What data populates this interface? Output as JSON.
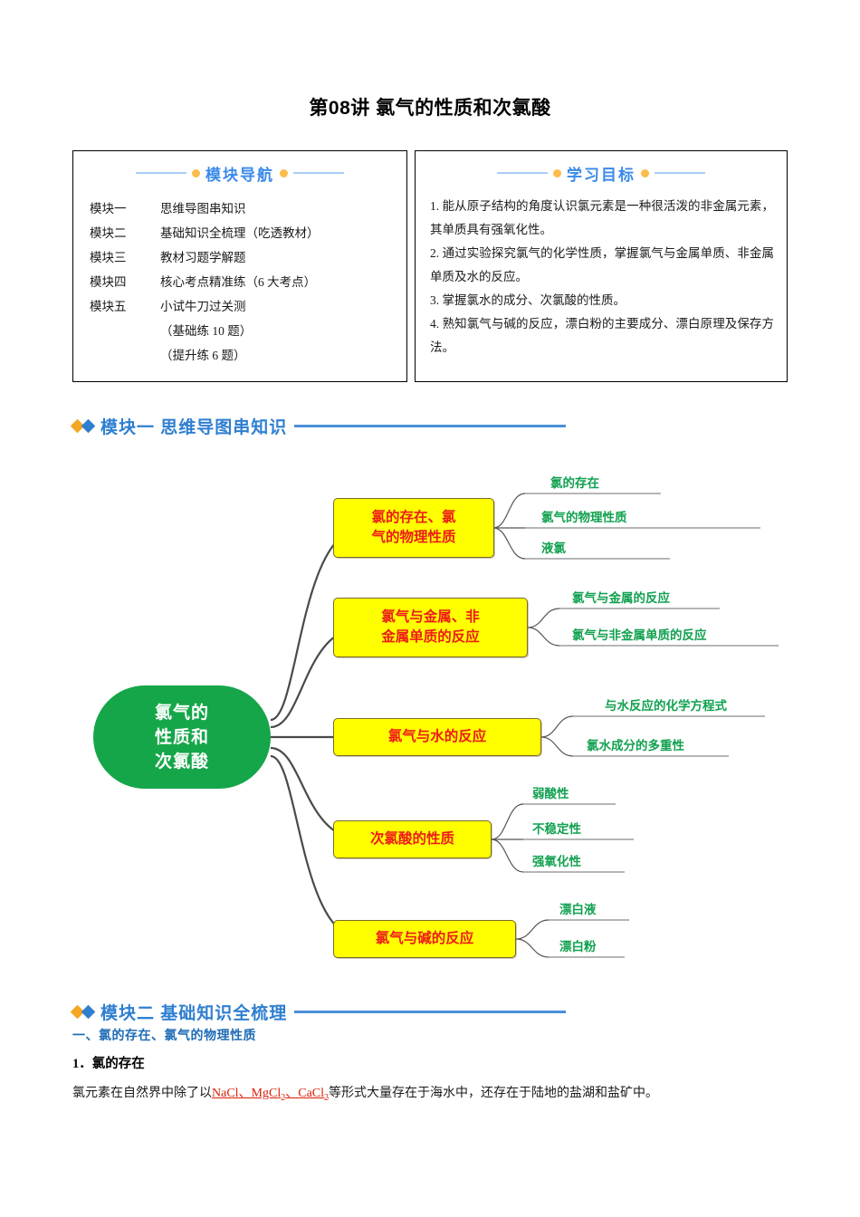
{
  "document": {
    "title": "第08讲  氯气的性质和次氯酸"
  },
  "module_nav": {
    "heading": "模块导航",
    "rows": [
      {
        "key": "模块一",
        "value": "思维导图串知识"
      },
      {
        "key": "模块二",
        "value": "基础知识全梳理（吃透教材）"
      },
      {
        "key": "模块三",
        "value": "教材习题学解题"
      },
      {
        "key": "模块四",
        "value": "核心考点精准练（6 大考点）"
      },
      {
        "key": "模块五",
        "value": "小试牛刀过关测"
      }
    ],
    "sub_rows": [
      "（基础练 10 题）",
      "（提升练 6 题）"
    ]
  },
  "learning_goals": {
    "heading": "学习目标",
    "items": [
      "1. 能从原子结构的角度认识氯元素是一种很活泼的非金属元素，其单质具有强氧化性。",
      "2. 通过实验探究氯气的化学性质，掌握氯气与金属单质、非金属单质及水的反应。",
      "3. 掌握氯水的成分、次氯酸的性质。",
      "4. 熟知氯气与碱的反应，漂白粉的主要成分、漂白原理及保存方法。"
    ]
  },
  "section_one": {
    "title": "模块一 思维导图串知识"
  },
  "mindmap": {
    "root": [
      "氯气的",
      "性质和",
      "次氯酸"
    ],
    "branches": [
      {
        "label": "氯的存在、氯\n气的物理性质",
        "leaves": [
          "氯的存在",
          "氯气的物理性质",
          "液氯"
        ]
      },
      {
        "label": "氯气与金属、非\n金属单质的反应",
        "leaves": [
          "氯气与金属的反应",
          "氯气与非金属单质的反应"
        ]
      },
      {
        "label": "氯气与水的反应",
        "leaves": [
          "与水反应的化学方程式",
          "氯水成分的多重性"
        ]
      },
      {
        "label": "次氯酸的性质",
        "leaves": [
          "弱酸性",
          "不稳定性",
          "强氧化性"
        ]
      },
      {
        "label": "氯气与碱的反应",
        "leaves": [
          "漂白液",
          "漂白粉"
        ]
      }
    ],
    "branch_labels": {
      "b1_l1": "氯的存在、氯",
      "b1_l2": "气的物理性质",
      "b2_l1": "氯气与金属、非",
      "b2_l2": "金属单质的反应",
      "b3": "氯气与水的反应",
      "b4": "次氯酸的性质",
      "b5": "氯气与碱的反应"
    },
    "leaf_labels": {
      "l1": "氯的存在",
      "l2": "氯气的物理性质",
      "l3": "液氯",
      "l4": "氯气与金属的反应",
      "l5": "氯气与非金属单质的反应",
      "l6": "与水反应的化学方程式",
      "l7": "氯水成分的多重性",
      "l8": "弱酸性",
      "l9": "不稳定性",
      "l10": "强氧化性",
      "l11": "漂白液",
      "l12": "漂白粉"
    }
  },
  "section_two": {
    "title": "模块二 基础知识全梳理",
    "sub_heading": "一、氯的存在、氯气的物理性质",
    "item_heading": "1．氯的存在",
    "body_before": "氯元素在自然界中除了以",
    "formula_1": "NaCl、MgCl",
    "formula_1_sub": "2",
    "formula_1_mid": "、CaCl",
    "formula_1_sub2": "2",
    "body_after": "等形式大量存在于海水中，还存在于陆地的盐湖和盐矿中。"
  },
  "colors": {
    "accent_blue": "#2f7fd0",
    "title_blue": "#3a8ae8",
    "dot_orange": "#fbbc4a",
    "root_green": "#16a64a",
    "leaf_green": "#12a150",
    "branch_yellow": "#ffff00",
    "branch_red": "#ee1c16",
    "formula_red": "#d81e06"
  }
}
